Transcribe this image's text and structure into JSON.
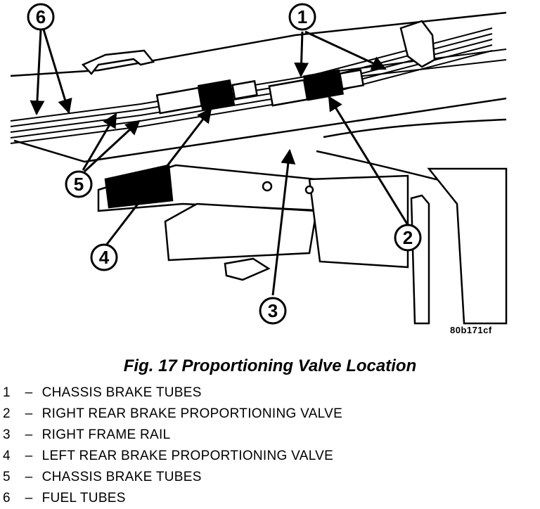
{
  "figure": {
    "code": "80b171cf",
    "caption": "Fig. 17 Proportioning Valve Location"
  },
  "callouts": [
    "6",
    "1",
    "5",
    "4",
    "3",
    "2"
  ],
  "legend": [
    {
      "num": "1",
      "dash": "–",
      "label": "CHASSIS BRAKE TUBES"
    },
    {
      "num": "2",
      "dash": "–",
      "label": "RIGHT REAR BRAKE PROPORTIONING VALVE"
    },
    {
      "num": "3",
      "dash": "–",
      "label": "RIGHT FRAME RAIL"
    },
    {
      "num": "4",
      "dash": "–",
      "label": "LEFT REAR BRAKE PROPORTIONING VALVE"
    },
    {
      "num": "5",
      "dash": "–",
      "label": "CHASSIS BRAKE TUBES"
    },
    {
      "num": "6",
      "dash": "–",
      "label": "FUEL TUBES"
    }
  ]
}
